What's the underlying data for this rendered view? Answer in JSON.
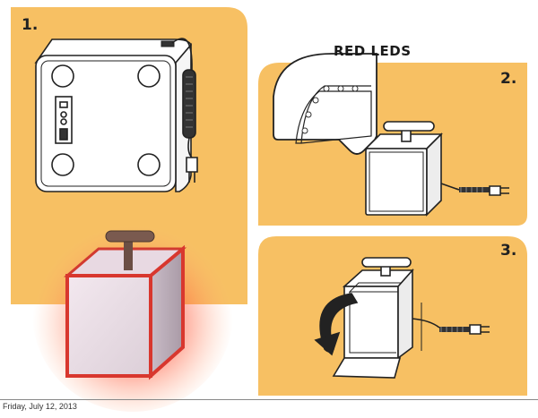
{
  "panels": {
    "p1": {
      "label": "1."
    },
    "p2": {
      "label": "2.",
      "callout": "RED LEDS"
    },
    "p3": {
      "label": "3."
    }
  },
  "footer": {
    "date": "Friday, July 12, 2013"
  },
  "colors": {
    "panel_bg": "#F7C063",
    "line": "#222222",
    "led_red": "#E0302A",
    "handle": "#6B4E44"
  }
}
